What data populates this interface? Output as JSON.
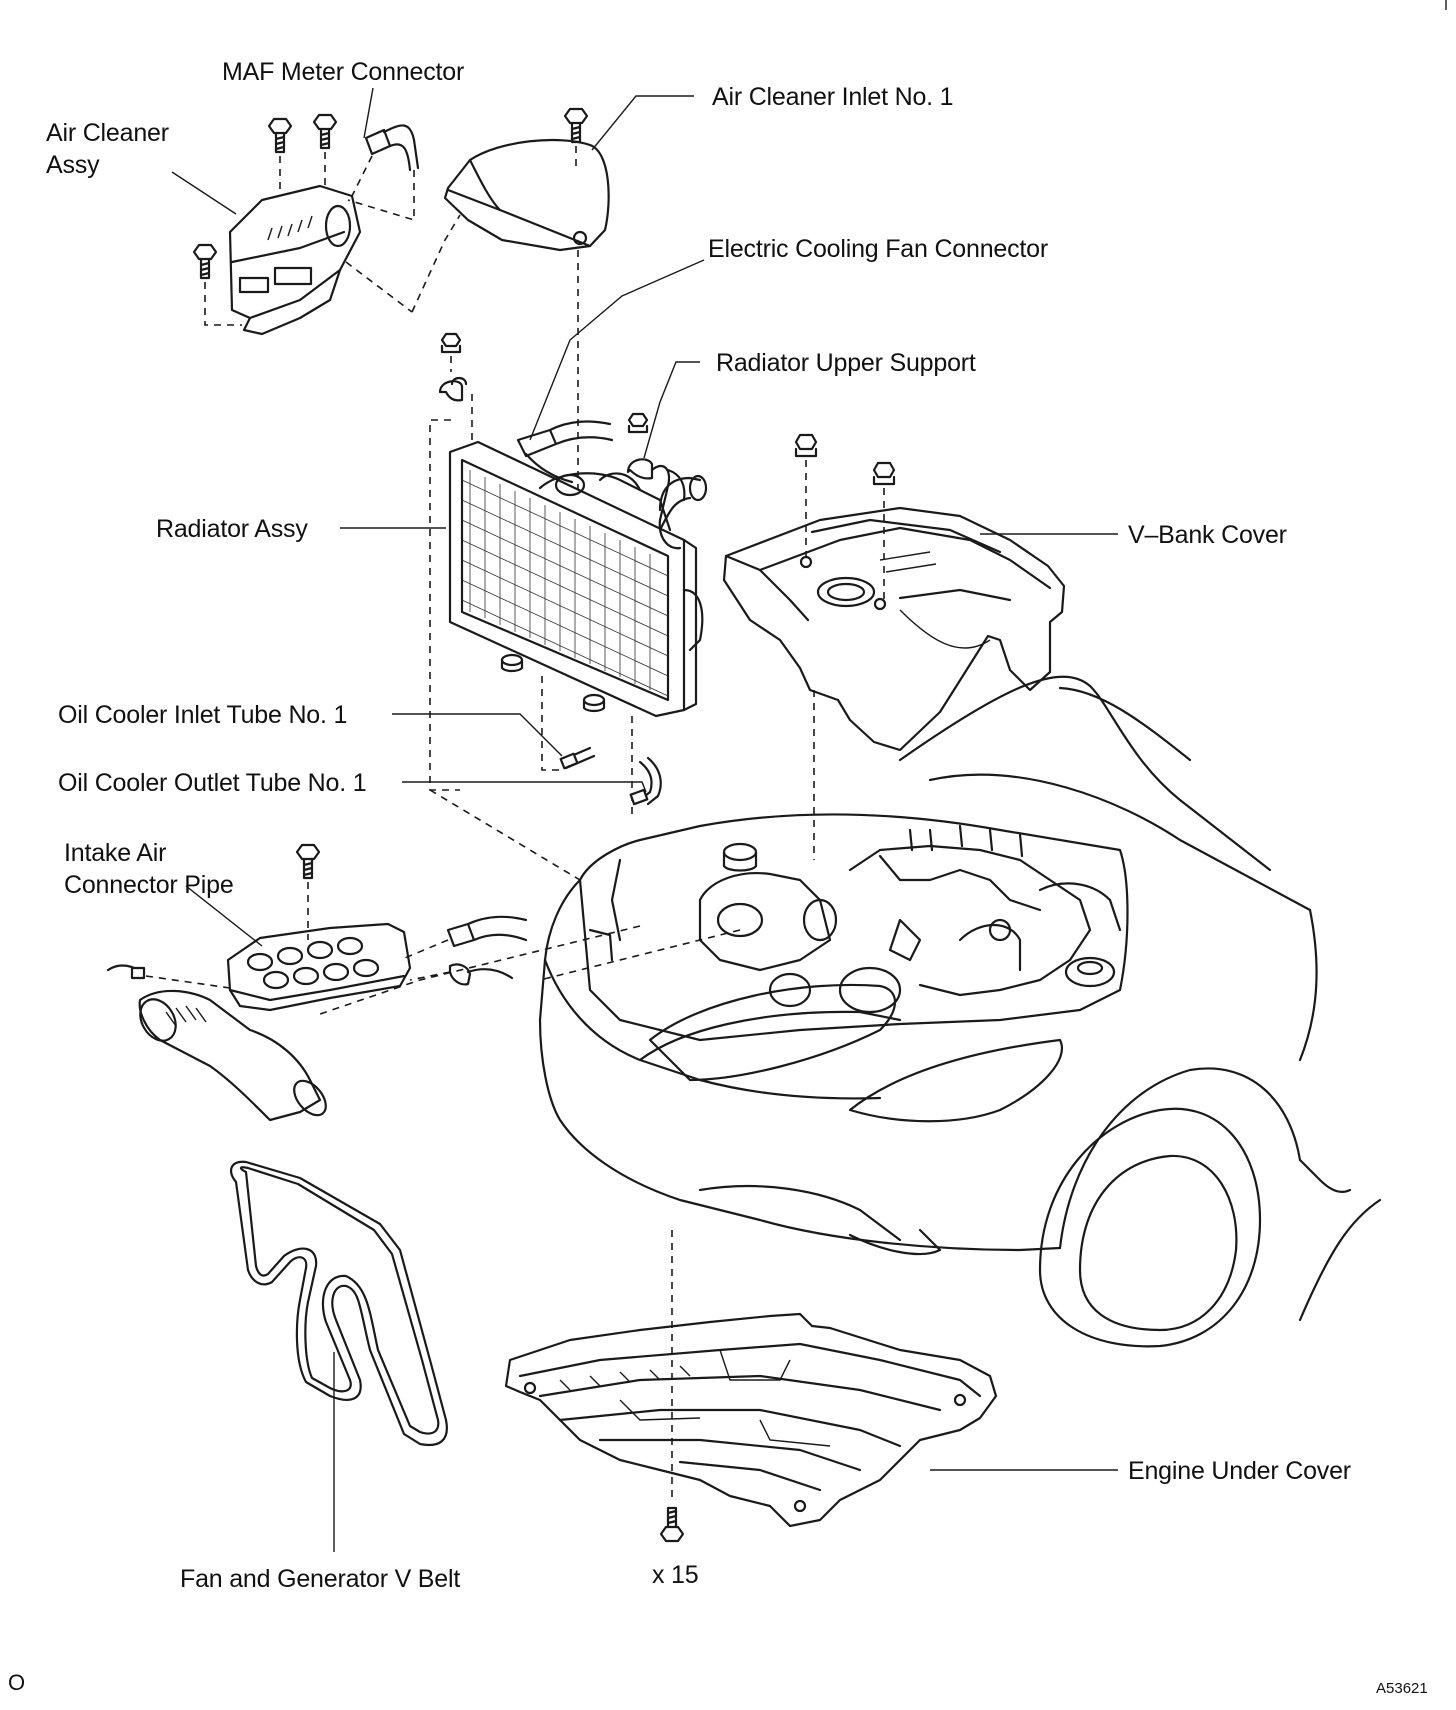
{
  "labels": {
    "maf_meter_connector": "MAF Meter Connector",
    "air_cleaner_assy_1": "Air Cleaner",
    "air_cleaner_assy_2": "Assy",
    "air_cleaner_inlet": "Air Cleaner Inlet No. 1",
    "electric_cooling_fan_connector": "Electric Cooling Fan Connector",
    "radiator_upper_support": "Radiator Upper Support",
    "radiator_assy": "Radiator Assy",
    "v_bank_cover": "V–Bank Cover",
    "oil_cooler_inlet_tube": "Oil Cooler Inlet Tube No. 1",
    "oil_cooler_outlet_tube": "Oil Cooler Outlet Tube No. 1",
    "intake_air_connector_pipe_1": "Intake Air",
    "intake_air_connector_pipe_2": "Connector Pipe",
    "fan_and_generator_v_belt": "Fan and Generator V Belt",
    "bolt_count": "x 15",
    "engine_under_cover": "Engine Under Cover"
  },
  "page_marker": "O",
  "figure_id": "A53621"
}
